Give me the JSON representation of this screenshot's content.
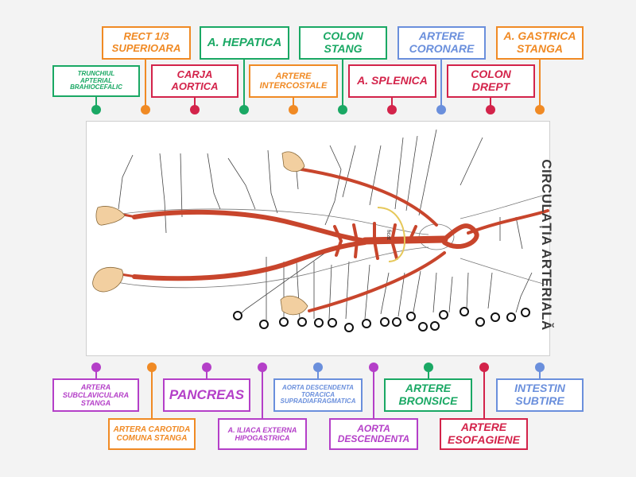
{
  "title": "CIRCULAȚIA ARTERIALĂ",
  "colors": {
    "green": "#1aa864",
    "orange": "#f08a24",
    "crimson": "#d3234a",
    "blue": "#6a8fdc",
    "magenta": "#b43fc8",
    "artery": "#c8452c",
    "skin": "#f2cfa0"
  },
  "labels": {
    "trunchiul": "TRUNCHIUL\nAPTERIAL\nBRAHIOCEFALIC",
    "rect": "RECT 1/3\nSUPERIOARA",
    "carja": "CARJA\nAORTICA",
    "hepatica": "A. HEPATICA",
    "intercostale": "ARTERE\nINTERCOSTALE",
    "colon_stang": "COLON\nSTANG",
    "splenica": "A. SPLENICA",
    "coronare": "ARTERE\nCORONARE",
    "colon_drept": "COLON\nDREPT",
    "gastrica": "A. GASTRICA\nSTANGA",
    "subclaviculara": "ARTERA\nSUBCLAVICULARA\nSTANGA",
    "carotida": "ARTERA CAROTIDA\nCOMUNA STANGA",
    "pancreas": "PANCREAS",
    "iliaca": "A. ILIACA EXTERNA\nHIPOGASTRICA",
    "aorta_toracica": "AORTA DESCENDENTA\nTORACICA\nSUPRADIAFRAGMATICA",
    "aorta_desc": "AORTA\nDESCENDENTA",
    "bronsice": "ARTERE\nBRONSICE",
    "esofagiene": "ARTERE\nESOFAGIENE",
    "intestin": "INTESTIN\nSUBTIRE"
  },
  "figure_text": {
    "heart_label": "ficat"
  }
}
